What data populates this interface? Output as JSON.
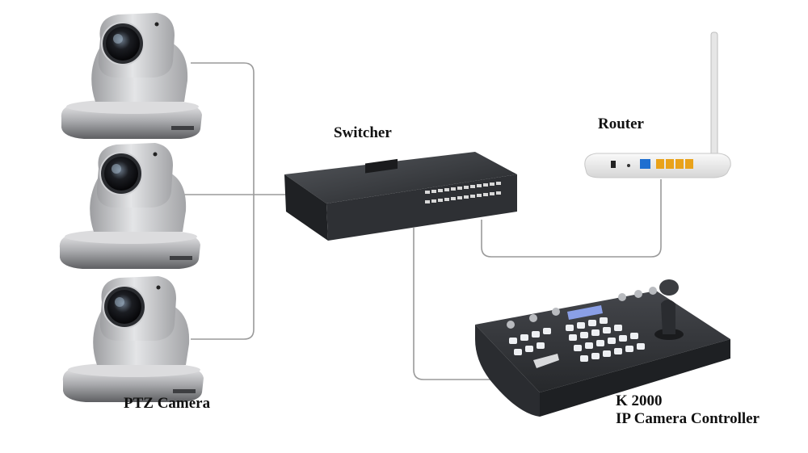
{
  "labels": {
    "switcher": "Switcher",
    "router": "Router",
    "ptz_camera": "PTZ Camera",
    "controller_model": "K 2000",
    "controller_name": "IP Camera Controller"
  },
  "colors": {
    "cable": "#9a9a9a",
    "camera_body": "#c9cacc",
    "camera_base": "#8d8e90",
    "switch_body": "#2b2d30",
    "router_body": "#f1f1f1",
    "router_port": "#e9a21a",
    "controller_body": "#3a3c40",
    "controller_key": "#eef0f3"
  },
  "icons": [
    "ptz-camera-icon",
    "network-switch-icon",
    "router-icon",
    "camera-controller-icon"
  ]
}
